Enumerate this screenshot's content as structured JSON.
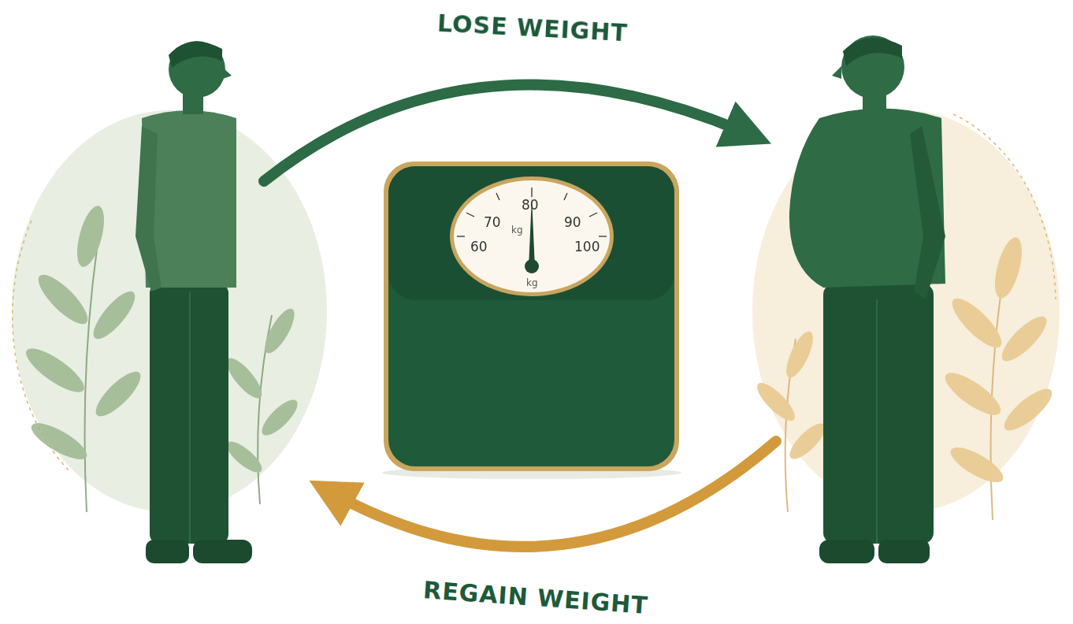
{
  "diagram": {
    "labels": [
      "LOSE WEIGHT",
      "70",
      "80",
      "90",
      "60",
      "kg",
      "100",
      "kg",
      "REGAIN WEIGHT"
    ]
  }
}
